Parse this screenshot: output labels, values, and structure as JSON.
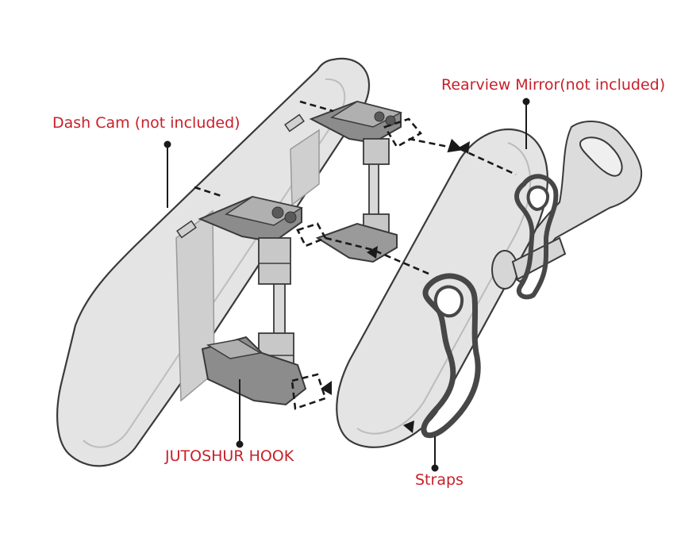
{
  "labels": {
    "dash_cam": "Dash Cam (not included)",
    "rearview_mirror": "Rearview Mirror(not included)",
    "hook": "JUTOSHUR HOOK",
    "straps": "Straps"
  },
  "colors": {
    "label_text": "#c8202a",
    "outline": "#3a3a3a",
    "body_fill": "#e4e4e4",
    "body_shade": "#cfcfcf",
    "part_dark": "#6e6e6e",
    "part_mid": "#9a9a9a",
    "strap": "#474747",
    "dash_line": "#1a1a1a",
    "background": "#ffffff"
  },
  "icons": {
    "arrow": "arrowhead-icon",
    "leader": "leader-dot-icon"
  }
}
